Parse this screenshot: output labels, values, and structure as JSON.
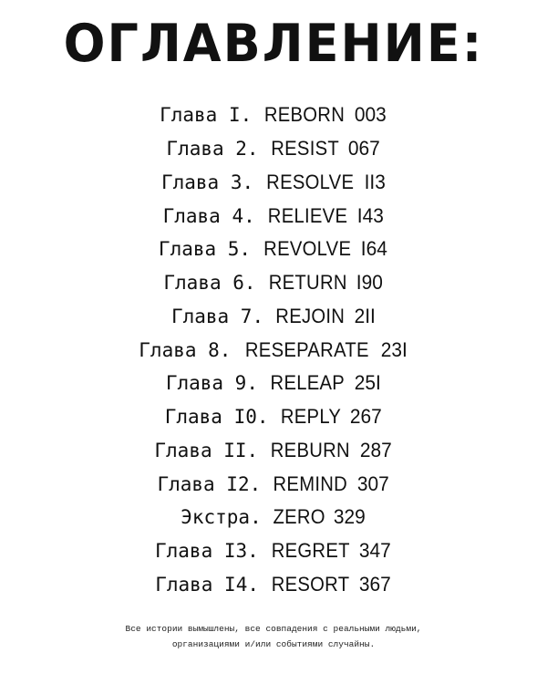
{
  "title": "ОГЛАВЛЕНИЕ:",
  "toc": [
    {
      "label": "Глава I.",
      "name": "REBORN",
      "page": "003"
    },
    {
      "label": "Глава 2.",
      "name": "RESIST",
      "page": "067"
    },
    {
      "label": "Глава 3.",
      "name": "RESOLVE",
      "page": "II3"
    },
    {
      "label": "Глава 4.",
      "name": "RELIEVE",
      "page": "I43"
    },
    {
      "label": "Глава 5.",
      "name": "REVOLVE",
      "page": "I64"
    },
    {
      "label": "Глава 6.",
      "name": "RETURN",
      "page": "I90"
    },
    {
      "label": "Глава 7.",
      "name": "REJOIN",
      "page": "2II"
    },
    {
      "label": "Глава 8.",
      "name": "RESEPARATE",
      "page": "23I"
    },
    {
      "label": "Глава 9.",
      "name": "RELEAP",
      "page": "25I"
    },
    {
      "label": "Глава I0.",
      "name": "REPLY",
      "page": "267"
    },
    {
      "label": "Глава II.",
      "name": "REBURN",
      "page": "287"
    },
    {
      "label": "Глава I2.",
      "name": "REMIND",
      "page": "307"
    },
    {
      "label": "Экстра.",
      "name": "ZERO",
      "page": "329"
    },
    {
      "label": "Глава I3.",
      "name": "REGRET",
      "page": "347"
    },
    {
      "label": "Глава I4.",
      "name": "RESORT",
      "page": "367"
    }
  ],
  "disclaimer": {
    "line1": "Все истории вымышлены, все совпадения с реальными людьми,",
    "line2": "организациями и/или событиями случайны."
  }
}
